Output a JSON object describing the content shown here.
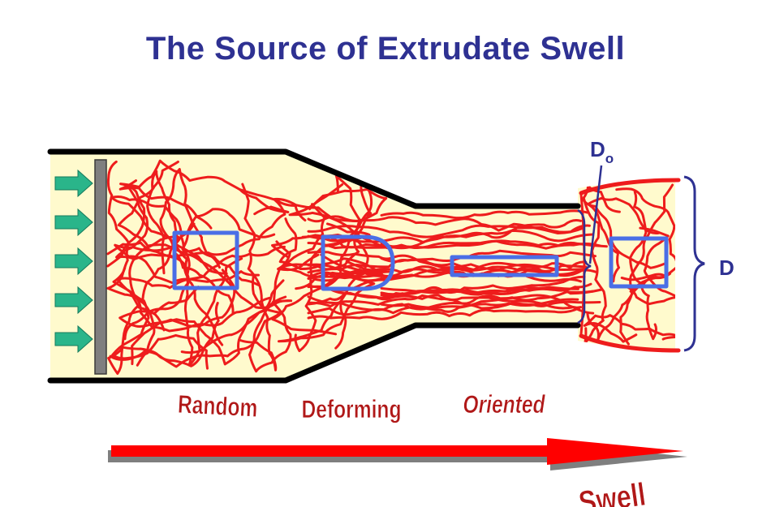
{
  "title": "The Source of Extrudate Swell",
  "labels": {
    "d0_main": "D",
    "d0_sub": "o",
    "d_right": "D"
  },
  "stages": [
    {
      "label": "Random"
    },
    {
      "label": "Deforming"
    },
    {
      "label": "Oriented"
    },
    {
      "label": "Swell"
    }
  ],
  "colors": {
    "title": "#2e3192",
    "polymer_chains": "#ee1c1c",
    "fluid_fill": "#fffacd",
    "wall": "#000000",
    "marker_box": "#4a6fe6",
    "arrow": "#ff0000",
    "arrow_shadow": "#7f7f7f",
    "flow_arrows": "#2ab58a",
    "piston": "#7f7f7f"
  }
}
